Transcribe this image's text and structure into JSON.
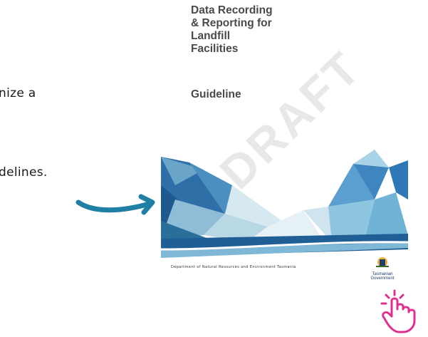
{
  "left_text": {
    "line1": "nize a",
    "line2": "delines."
  },
  "document": {
    "title_lines": [
      "Data Recording",
      "& Reporting for",
      "Landfill",
      "Facilities"
    ],
    "subtitle": "Guideline",
    "watermark": "DRAFT",
    "department": "Department of Natural Resources and Environment Tasmania",
    "gov_logo_lines": [
      "Tasmanian",
      "Government"
    ]
  },
  "colors": {
    "arrow": "#1f7fa5",
    "pointer": "#e0308f",
    "title_text": "#4a4a4a"
  },
  "icons": {
    "arrow": "curved-arrow-icon",
    "pointer": "hand-pointer-icon"
  }
}
